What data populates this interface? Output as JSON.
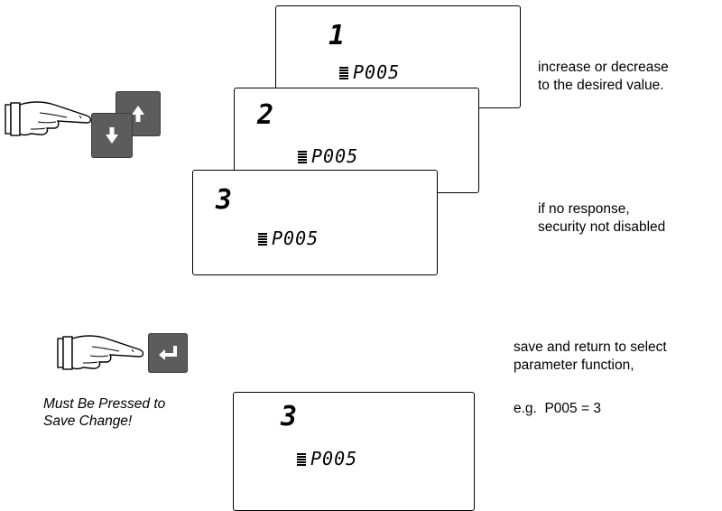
{
  "displays": [
    {
      "digit": "1",
      "param": "P005"
    },
    {
      "digit": "2",
      "param": "P005"
    },
    {
      "digit": "3",
      "param": "P005"
    },
    {
      "digit": "3",
      "param": "P005"
    }
  ],
  "notes": {
    "adjust_line1": "increase or decrease",
    "adjust_line2": "to the desired value.",
    "security_line1": "if no response,",
    "security_line2": "security not disabled",
    "save_line1": "save and return to select",
    "save_line2": "parameter function,",
    "example": "e.g.  P005 = 3"
  },
  "caption": {
    "line1": "Must Be Pressed to",
    "line2": "Save Change!"
  },
  "icons": {
    "hand": "pointing-hand-icon",
    "up": "arrow-up-icon",
    "down": "arrow-down-icon",
    "enter": "enter-return-icon"
  },
  "colors": {
    "key_fill": "#5c5c5c",
    "lcd_border": "#000000"
  }
}
